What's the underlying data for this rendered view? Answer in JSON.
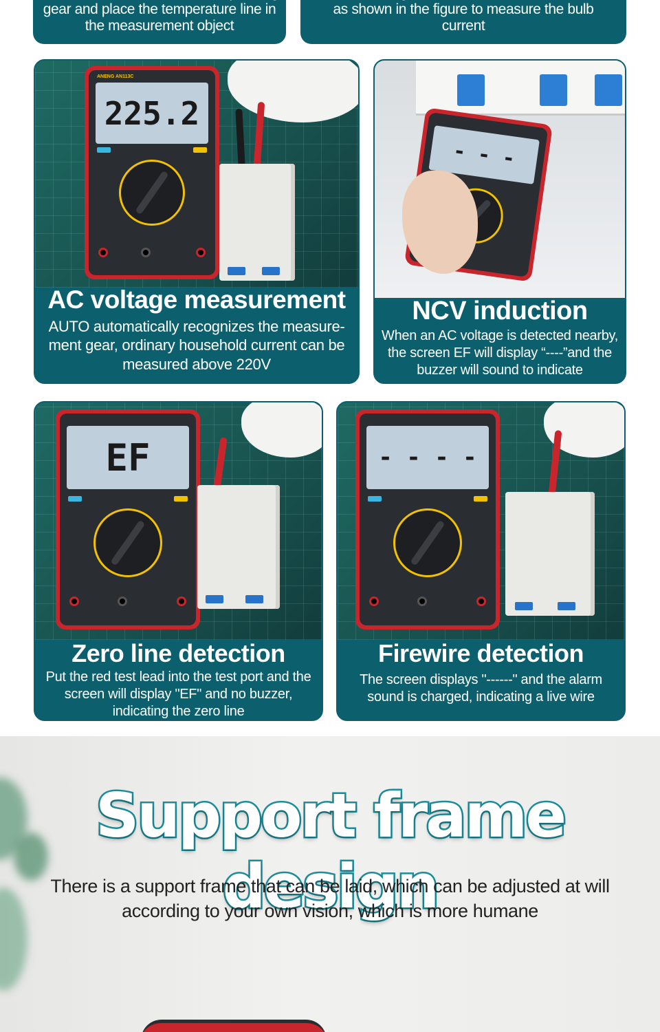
{
  "top": {
    "left_text": "Turn the turntable to the corresponding gear and place the temperature line in the measurement object",
    "right_text": "Automatic range, connect the test leads in series as shown in the figure to measure the bulb current"
  },
  "cards": {
    "ac": {
      "title": "AC voltage measurement",
      "desc": "AUTO automatically recognizes the measure-ment gear, ordinary household current can be measured above 220V",
      "lcd": "225.2"
    },
    "ncv": {
      "title": "NCV induction",
      "desc": "When an AC voltage is detected nearby, the screen EF will display “----”and the buzzer will sound to indicate",
      "lcd": "- - -"
    },
    "zero": {
      "title": "Zero line detection",
      "desc": "Put the red test lead into the test port and the screen will display \"EF\" and no buzzer, indicating the zero line",
      "lcd": "EF"
    },
    "fire": {
      "title": "Firewire detection",
      "desc": "The screen displays \"------\" and the alarm sound is charged, indicating a live wire",
      "lcd": "- - - -"
    }
  },
  "meter_brand": "ANENG AN113C",
  "support": {
    "title": "Support frame design",
    "desc": "There is a support frame that can be laid, which can be adjusted at will according to your own vision, which is more humane"
  },
  "colors": {
    "teal": "#0c5f6c",
    "red": "#c8262c",
    "yellow": "#f2c200"
  }
}
